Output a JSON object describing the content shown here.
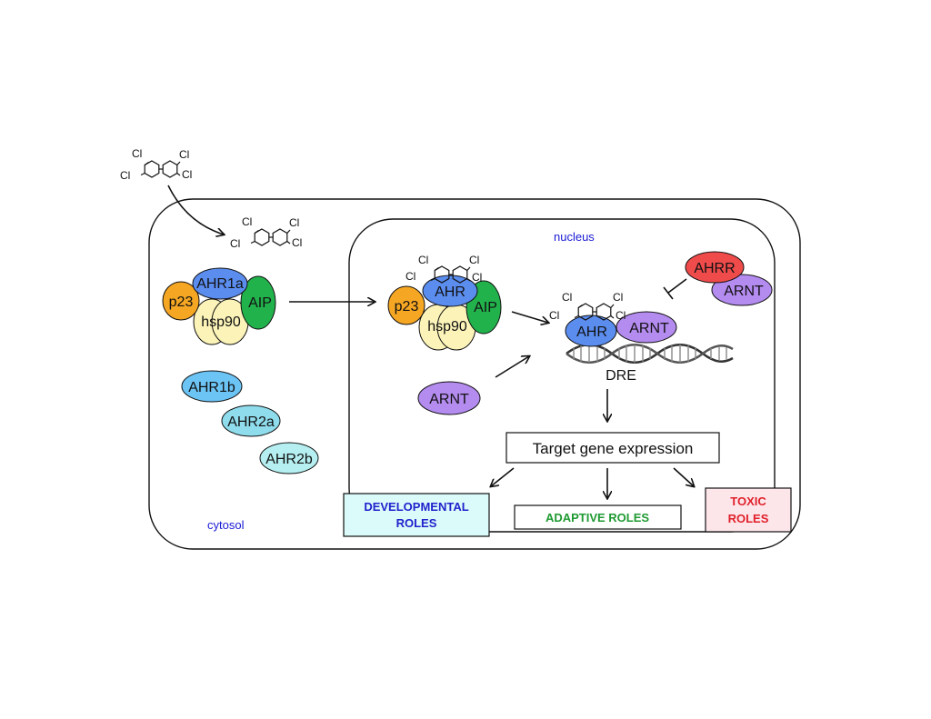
{
  "compartments": {
    "cytosol": "cytosol",
    "nucleus": "nucleus"
  },
  "chemical": {
    "substituent": "Cl"
  },
  "proteins": {
    "p23": "p23",
    "ahr1a": "AHR1a",
    "hsp90": "hsp90",
    "aip": "AIP",
    "ahr1b": "AHR1b",
    "ahr2a": "AHR2a",
    "ahr2b": "AHR2b",
    "ahr": "AHR",
    "arnt": "ARNT",
    "ahrr": "AHRR"
  },
  "dna": {
    "label": "DRE"
  },
  "target_box": {
    "label": "Target gene expression"
  },
  "roles": {
    "developmental": "DEVELOPMENTAL ROLES",
    "developmental_line1": "DEVELOPMENTAL",
    "developmental_line2": "ROLES",
    "adaptive": "ADAPTIVE ROLES",
    "toxic_line1": "TOXIC",
    "toxic_line2": "ROLES"
  },
  "colors": {
    "p23": "#f5a623",
    "ahr": "#5b8def",
    "hsp90": "#fbf3b8",
    "aip": "#22b24c",
    "ahr1b": "#6cc4f5",
    "ahr2a": "#8fdcec",
    "ahr2b": "#b5eff1",
    "arnt": "#b48bef",
    "ahrr": "#ef4b4b",
    "developmental_fill": "#dbfbfb",
    "developmental_text": "#2222cc",
    "adaptive_text": "#1f9a32",
    "toxic_fill": "#fde6ea",
    "toxic_text": "#e0202a",
    "compartment_label": "#1a1ad6"
  }
}
